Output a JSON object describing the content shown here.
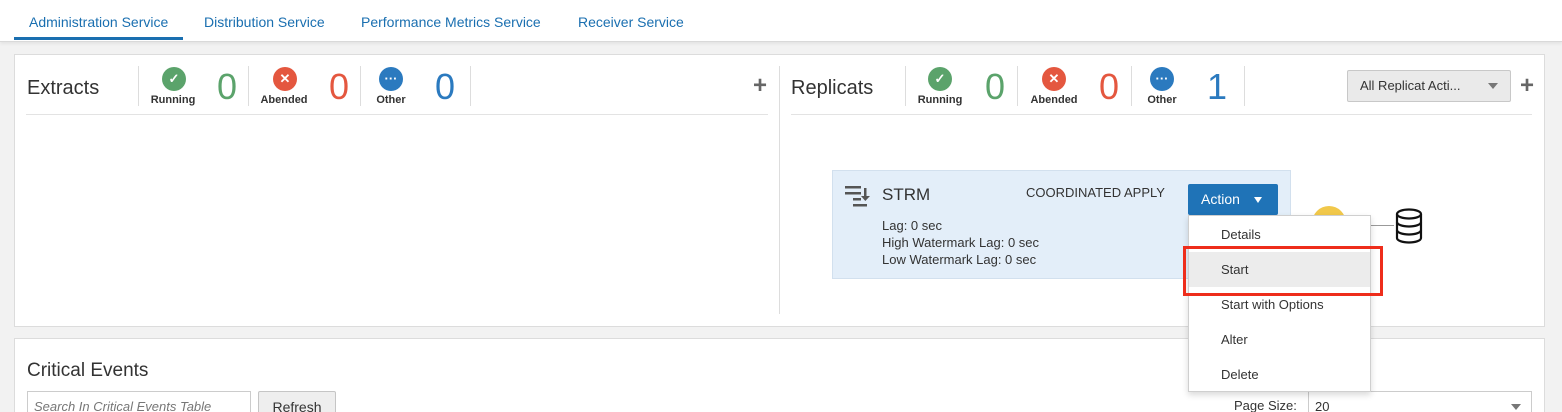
{
  "tabs": [
    {
      "label": "Administration Service",
      "active": true
    },
    {
      "label": "Distribution Service"
    },
    {
      "label": "Performance Metrics Service"
    },
    {
      "label": "Receiver Service"
    }
  ],
  "extracts": {
    "title": "Extracts",
    "running": {
      "label": "Running",
      "count": "0",
      "icon": "check-icon"
    },
    "abended": {
      "label": "Abended",
      "count": "0",
      "icon": "x-icon"
    },
    "other": {
      "label": "Other",
      "count": "0",
      "icon": "ellipsis-icon"
    },
    "add": "+"
  },
  "replicats": {
    "title": "Replicats",
    "running": {
      "label": "Running",
      "count": "0"
    },
    "abended": {
      "label": "Abended",
      "count": "0"
    },
    "other": {
      "label": "Other",
      "count": "1"
    },
    "actions_select": "All Replicat Acti...",
    "add": "+"
  },
  "card": {
    "name": "STRM",
    "type": "COORDINATED APPLY",
    "lag": "Lag: 0 sec",
    "high_lag": "High Watermark Lag: 0 sec",
    "low_lag": "Low Watermark Lag: 0 sec",
    "action_label": "Action"
  },
  "action_menu": [
    "Details",
    "Start",
    "Start with Options",
    "Alter",
    "Delete"
  ],
  "critical_events": {
    "title": "Critical Events",
    "search_placeholder": "Search In Critical Events Table",
    "refresh": "Refresh",
    "page_size_label": "Page Size:",
    "page_size": "20"
  },
  "colors": {
    "running": "#5ba36b",
    "abended": "#e4573f",
    "other": "#2b7abf",
    "accent": "#1f73b7",
    "highlight": "#ee2d1b"
  }
}
